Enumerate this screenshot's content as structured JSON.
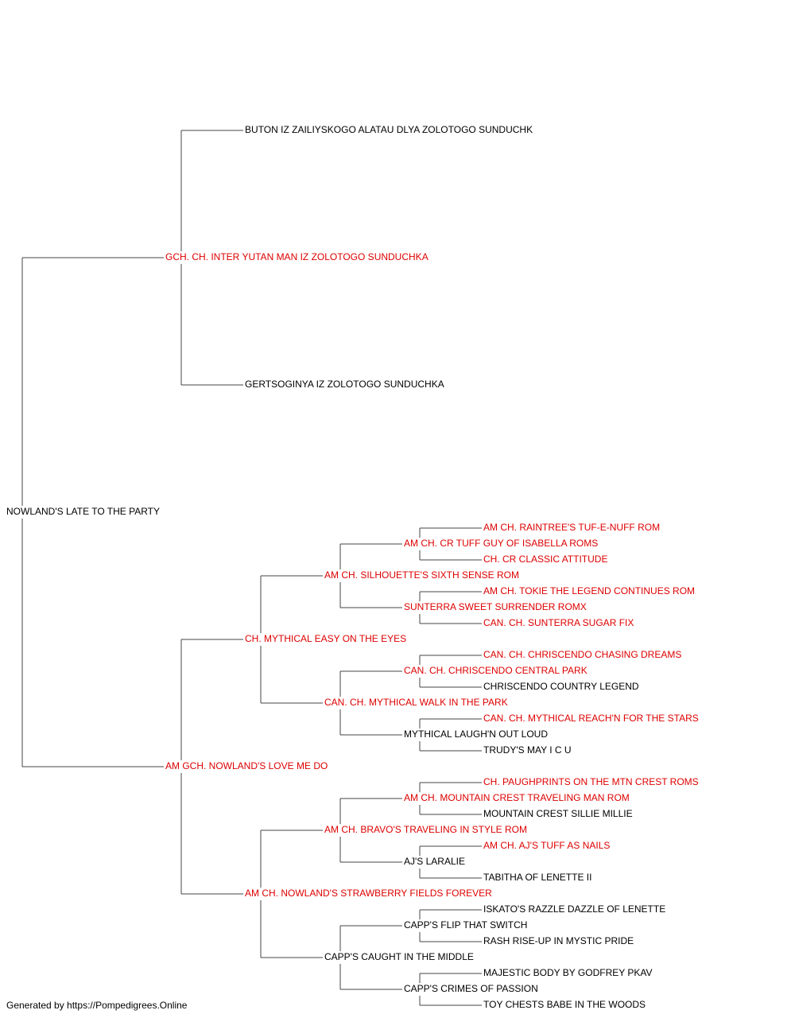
{
  "colors": {
    "titled": "#dd0000",
    "plain": "#000000",
    "line": "#444444"
  },
  "pedigree": {
    "subject": {
      "name": "NOWLAND'S LATE TO THE PARTY",
      "titled": false
    },
    "sire": {
      "name": "GCH. CH. INTER YUTAN MAN IZ ZOLOTOGO SUNDUCHKA",
      "titled": true,
      "sire": {
        "name": "BUTON IZ ZAILIYSKOGO ALATAU DLYA ZOLOTOGO SUNDUCHK",
        "titled": false
      },
      "dam": {
        "name": "GERTSOGINYA IZ ZOLOTOGO SUNDUCHKA",
        "titled": false
      }
    },
    "dam": {
      "name": "AM GCH. NOWLAND'S LOVE ME DO",
      "titled": true,
      "sire": {
        "name": "CH. MYTHICAL EASY ON THE EYES",
        "titled": true,
        "sire": {
          "name": "AM CH. SILHOUETTE'S SIXTH SENSE ROM",
          "titled": true,
          "sire": {
            "name": "AM CH. CR TUFF GUY OF ISABELLA ROMS",
            "titled": true,
            "sire": {
              "name": "AM CH. RAINTREE'S TUF-E-NUFF ROM",
              "titled": true
            },
            "dam": {
              "name": "CH. CR CLASSIC ATTITUDE",
              "titled": true
            }
          },
          "dam": {
            "name": "SUNTERRA SWEET SURRENDER ROMX",
            "titled": true,
            "sire": {
              "name": "AM CH. TOKIE THE LEGEND CONTINUES ROM",
              "titled": true
            },
            "dam": {
              "name": "CAN. CH. SUNTERRA SUGAR FIX",
              "titled": true
            }
          }
        },
        "dam": {
          "name": "CAN. CH. MYTHICAL WALK IN THE PARK",
          "titled": true,
          "sire": {
            "name": "CAN. CH. CHRISCENDO CENTRAL PARK",
            "titled": true,
            "sire": {
              "name": "CAN. CH. CHRISCENDO CHASING DREAMS",
              "titled": true
            },
            "dam": {
              "name": "CHRISCENDO COUNTRY LEGEND",
              "titled": false
            }
          },
          "dam": {
            "name": "MYTHICAL LAUGH'N OUT LOUD",
            "titled": false,
            "sire": {
              "name": "CAN. CH. MYTHICAL REACH'N FOR THE STARS",
              "titled": true
            },
            "dam": {
              "name": "TRUDY'S MAY I C U",
              "titled": false
            }
          }
        }
      },
      "dam": {
        "name": "AM CH. NOWLAND'S STRAWBERRY FIELDS FOREVER",
        "titled": true,
        "sire": {
          "name": "AM CH. BRAVO'S TRAVELING IN STYLE ROM",
          "titled": true,
          "sire": {
            "name": "AM CH. MOUNTAIN CREST TRAVELING MAN ROM",
            "titled": true,
            "sire": {
              "name": "CH. PAUGHPRINTS ON THE MTN CREST ROMS",
              "titled": true
            },
            "dam": {
              "name": "MOUNTAIN CREST SILLIE MILLIE",
              "titled": false
            }
          },
          "dam": {
            "name": "AJ'S LARALIE",
            "titled": false,
            "sire": {
              "name": "AM CH. AJ'S TUFF AS NAILS",
              "titled": true
            },
            "dam": {
              "name": "TABITHA OF LENETTE II",
              "titled": false
            }
          }
        },
        "dam": {
          "name": "CAPP'S CAUGHT IN THE MIDDLE",
          "titled": false,
          "sire": {
            "name": "CAPP'S FLIP THAT SWITCH",
            "titled": false,
            "sire": {
              "name": "ISKATO'S RAZZLE DAZZLE OF LENETTE",
              "titled": false
            },
            "dam": {
              "name": "RASH RISE-UP IN MYSTIC PRIDE",
              "titled": false
            }
          },
          "dam": {
            "name": "CAPP'S CRIMES OF PASSION",
            "titled": false,
            "sire": {
              "name": "MAJESTIC BODY BY GODFREY PKAV",
              "titled": false
            },
            "dam": {
              "name": "TOY CHESTS BABE IN THE WOODS",
              "titled": false
            }
          }
        }
      }
    }
  },
  "footer": "Generated by https://Pompedigrees.Online"
}
